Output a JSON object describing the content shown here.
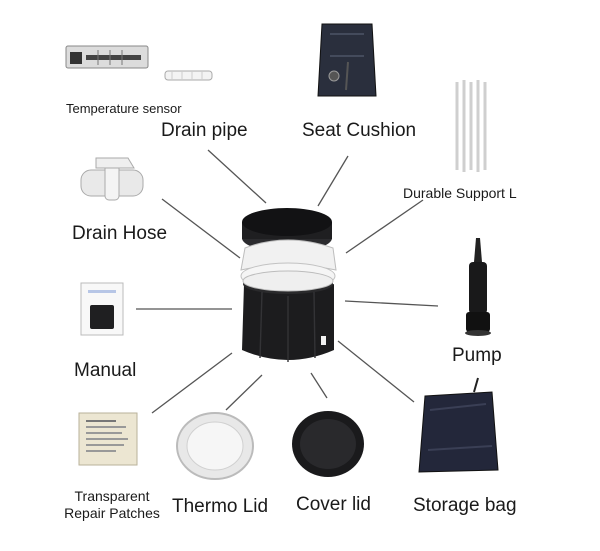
{
  "labels": {
    "temperature_sensor": "Temperature sensor",
    "drain_pipe": "Drain pipe",
    "seat_cushion": "Seat Cushion",
    "durable_support": "Durable Support L",
    "drain_hose": "Drain Hose",
    "manual": "Manual",
    "pump": "Pump",
    "transparent_repair_patches": "Transparent\nRepair Patches",
    "thermo_lid": "Thermo Lid",
    "cover_lid": "Cover lid",
    "storage_bag": "Storage bag"
  },
  "colors": {
    "tub_black": "#1c1c1e",
    "liner_white": "#f2f2f2",
    "line_gray": "#555555",
    "patch_beige": "#ece6d2"
  }
}
